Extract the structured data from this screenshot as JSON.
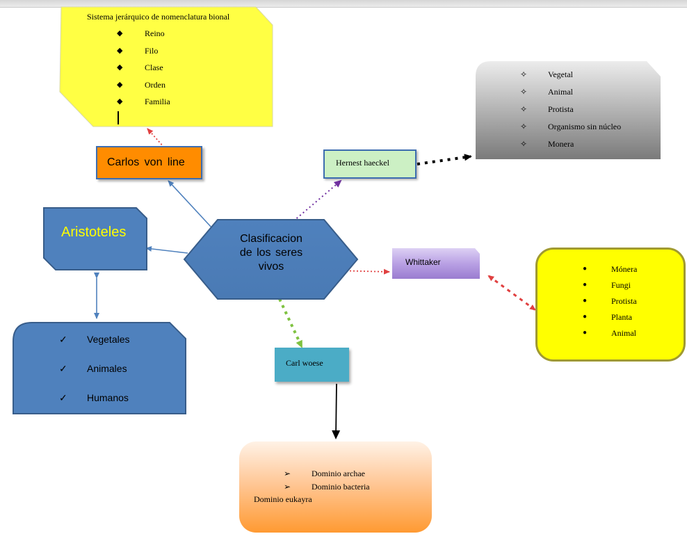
{
  "linnaeus_note": {
    "title": "Sistema jerárquico de nomenclatura bional",
    "items": [
      "Reino",
      "Filo",
      "Clase",
      "Orden",
      "Familia"
    ]
  },
  "linnaeus": {
    "label": "Carlos von line"
  },
  "aristoteles": {
    "label": "Aristoteles"
  },
  "aristoteles_list": {
    "items": [
      "Vegetales",
      "Animales",
      "Humanos"
    ]
  },
  "center": {
    "line1": "Clasificacion",
    "line2": "de  los  seres",
    "line3": "vivos"
  },
  "haeckel": {
    "label": "Hernest haeckel"
  },
  "haeckel_list": {
    "items": [
      "Vegetal",
      "Animal",
      "Protista",
      "Organismo sin núcleo",
      "Monera"
    ]
  },
  "whittaker": {
    "label": "Whittaker"
  },
  "whittaker_list": {
    "items": [
      "Mónera",
      "Fungi",
      "Protista",
      "Planta",
      "Animal"
    ]
  },
  "woese": {
    "label": "Carl woese"
  },
  "woese_list": {
    "items": [
      "Dominio archae",
      "Dominio bacteria"
    ],
    "extra": "Dominio eukayra"
  },
  "colors": {
    "blue_shape": "#4f81bd",
    "orange": "#ff8c00",
    "yellow": "#ffff00",
    "green_box": "#ccf0c4",
    "teal": "#4bacc6",
    "purple": "#a98ad6"
  }
}
